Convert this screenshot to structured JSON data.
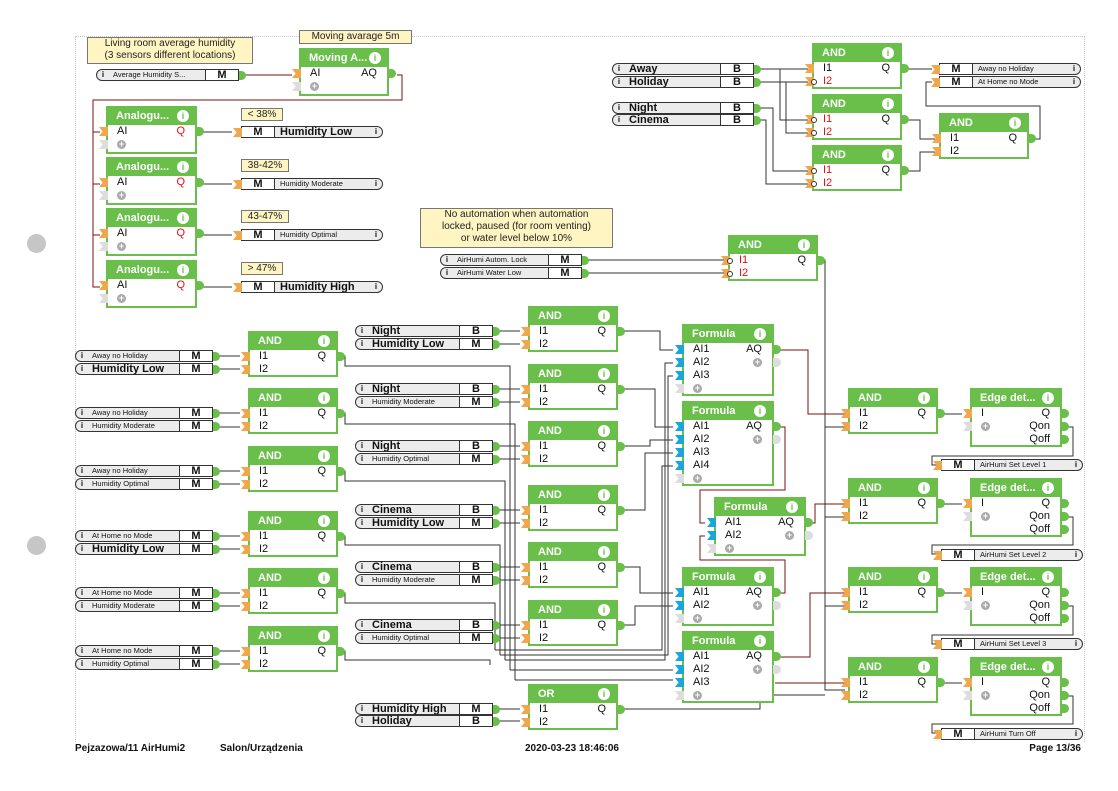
{
  "notes": {
    "living_room": "Living room average humidity\n(3 sensors different locations)",
    "moving_avg": "Moving avarage 5m",
    "low": "< 38%",
    "moderate": "38-42%",
    "optimal": "43-47%",
    "high": "> 47%",
    "no_automation": "No automation when automation\nlocked, paused (for room venting)\nor water level below 10%"
  },
  "blocks": {
    "moving_average": {
      "title": "Moving A...",
      "in": "AI",
      "out": "AQ"
    },
    "analog": {
      "title": "Analogu...",
      "in": "AI",
      "out": "Q"
    },
    "and": {
      "title": "AND",
      "i1": "I1",
      "i2": "I2",
      "out": "Q"
    },
    "or": {
      "title": "OR",
      "i1": "I1",
      "i2": "I2",
      "out": "Q"
    },
    "formula": {
      "title": "Formula",
      "out": "AQ",
      "ins": [
        "AI1",
        "AI2",
        "AI3",
        "AI4"
      ]
    },
    "edge": {
      "title": "Edge det...",
      "in": "I",
      "q": "Q",
      "qon": "Qon",
      "qoff": "Qoff"
    }
  },
  "icons": {
    "info": "i",
    "plus": "+"
  },
  "inputs": {
    "avg_humidity": {
      "name": "Average Humidity S...",
      "type": "M"
    },
    "away": {
      "name": "Away",
      "type": "B"
    },
    "holiday": {
      "name": "Holiday",
      "type": "B"
    },
    "night": {
      "name": "Night",
      "type": "B"
    },
    "cinema": {
      "name": "Cinema",
      "type": "B"
    },
    "autom_lock": {
      "name": "AirHumi Autom. Lock",
      "type": "M"
    },
    "water_low": {
      "name": "AirHumi Water Low",
      "type": "M"
    },
    "away_no_holiday": {
      "name": "Away no Holiday",
      "type": "M"
    },
    "at_home_no_mode": {
      "name": "At Home no Mode",
      "type": "M"
    },
    "humidity_low": {
      "name": "Humidity Low",
      "type": "M"
    },
    "humidity_moderate": {
      "name": "Humidity Moderate",
      "type": "M"
    },
    "humidity_optimal": {
      "name": "Humidity Optimal",
      "type": "M"
    },
    "humidity_high": {
      "name": "Humidity High",
      "type": "M"
    }
  },
  "outputs": {
    "humidity_low": {
      "name": "Humidity Low",
      "type": "M"
    },
    "humidity_moderate": {
      "name": "Humidity Moderate",
      "type": "M"
    },
    "humidity_optimal": {
      "name": "Humidity Optimal",
      "type": "M"
    },
    "humidity_high": {
      "name": "Humidity High",
      "type": "M"
    },
    "away_no_holiday": {
      "name": "Away no Holiday",
      "type": "M"
    },
    "at_home_no_mode": {
      "name": "At Home no Mode",
      "type": "M"
    },
    "set_level_1": {
      "name": "AirHumi Set Level 1",
      "type": "M"
    },
    "set_level_2": {
      "name": "AirHumi Set Level 2",
      "type": "M"
    },
    "set_level_3": {
      "name": "AirHumi Set Level 3",
      "type": "M"
    },
    "turn_off": {
      "name": "AirHumi Turn Off",
      "type": "M"
    }
  },
  "footer": {
    "project": "Pejzazowa/11 AirHumi2",
    "location": "Salon/Urządzenia",
    "timestamp": "2020-03-23 18:46:06",
    "page": "Page 13/36"
  },
  "colors": {
    "block_green": "#6abf4b",
    "pin_orange": "#f0a64a",
    "pin_blue": "#1aa6d8",
    "note_yellow": "#fff5c2",
    "analog_wire": "#7a1010"
  }
}
